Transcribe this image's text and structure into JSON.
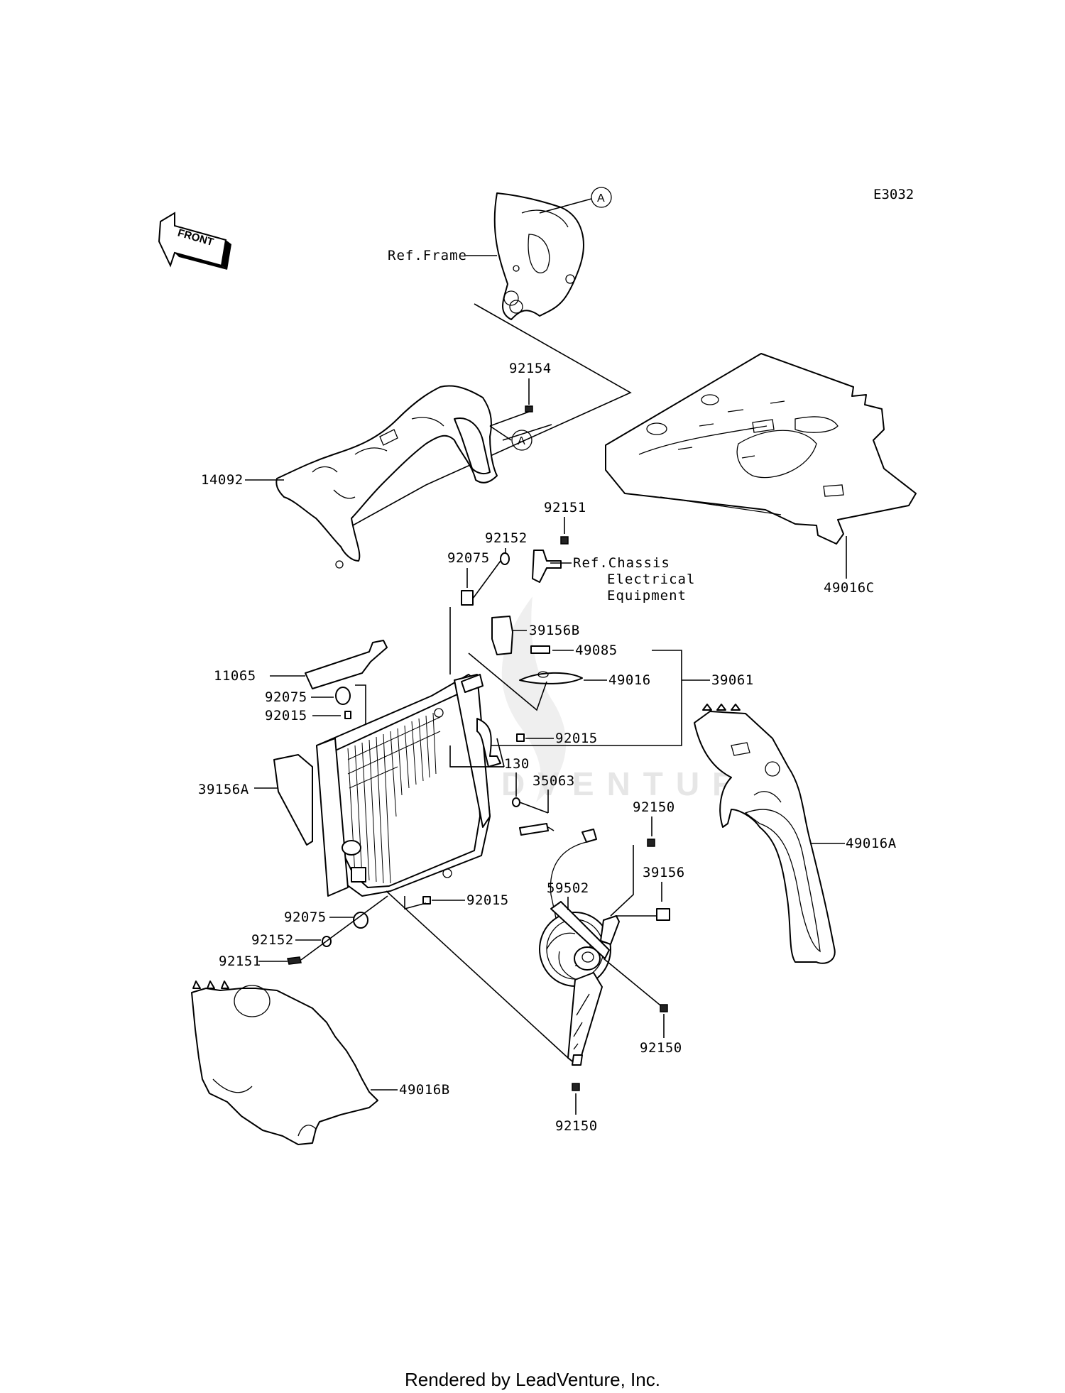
{
  "diagram_code": "E3032",
  "front_label": "FRONT",
  "watermark": "LEADVENTURE",
  "footer": "Rendered by LeadVenture, Inc.",
  "reference_marker": "A",
  "references": {
    "frame": "Ref.Frame",
    "chassis_line1": "Ref.Chassis",
    "chassis_line2": "Electrical",
    "chassis_line3": "Equipment"
  },
  "callouts": {
    "p92154": "92154",
    "p14092": "14092",
    "p49016C": "49016C",
    "p92151_top": "92151",
    "p92152_top": "92152",
    "p92075_top": "92075",
    "p39156B": "39156B",
    "p49085": "49085",
    "p49016": "49016",
    "p39061": "39061",
    "p11065": "11065",
    "p92075_mid": "92075",
    "p92015_left": "92015",
    "p92015_right": "92015",
    "p39156A": "39156A",
    "p130": "130",
    "p35063": "35063",
    "p92150_top": "92150",
    "p59502": "59502",
    "p39156": "39156",
    "p49016A": "49016A",
    "p92015_bottom": "92015",
    "p92075_bottom": "92075",
    "p92152_bottom": "92152",
    "p92151_bottom": "92151",
    "p92150_mid": "92150",
    "p49016B": "49016B",
    "p92150_bottom": "92150"
  }
}
